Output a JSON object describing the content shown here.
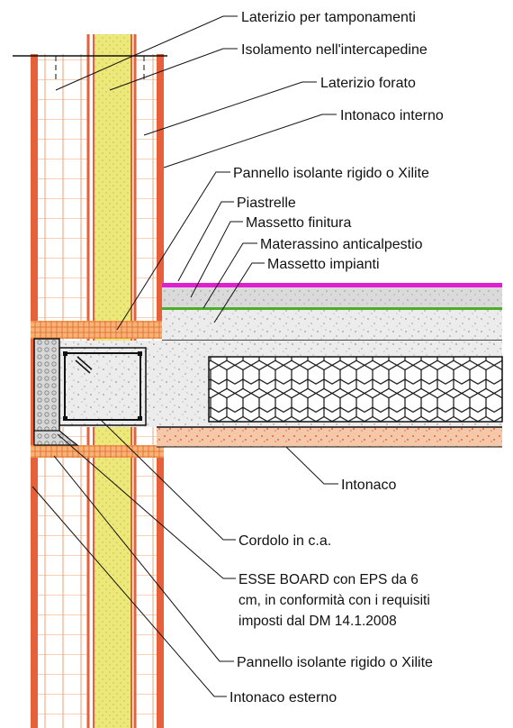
{
  "labels": {
    "laterizio_tamponamenti": "Laterizio per tamponamenti",
    "isolamento_intercapedine": "Isolamento nell'intercapedine",
    "laterizio_forato": "Laterizio forato",
    "intonaco_interno": "Intonaco interno",
    "pannello_isolante_top": "Pannello isolante rigido o Xilite",
    "piastrelle": "Piastrelle",
    "massetto_finitura": "Massetto finitura",
    "materassino": "Materassino anticalpestio",
    "massetto_impianti": "Massetto impianti",
    "intonaco": "Intonaco",
    "cordolo": "Cordolo in c.a.",
    "esse_board_1": "ESSE BOARD con EPS da 6",
    "esse_board_2": "cm, in conformità con i requisiti",
    "esse_board_3": "imposti dal DM 14.1.2008",
    "pannello_isolante_bottom": "Pannello isolante rigido o Xilite",
    "intonaco_esterno": "Intonaco esterno"
  },
  "colors": {
    "plaster": "#e8603a",
    "brick_grid": "#f2a070",
    "insulation": "#ede87a",
    "tiles": "#e020d0",
    "acoustic_mat": "#4caf2a",
    "concrete": "#d6d6d6",
    "eps_board": "#cfcfcf",
    "rigid_panel": "#f08a3a"
  }
}
